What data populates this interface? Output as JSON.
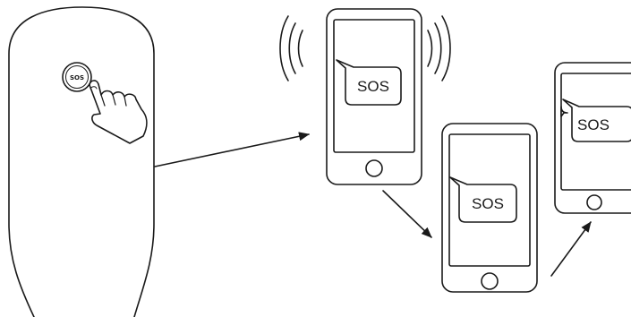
{
  "device": {
    "button_label": "SOS"
  },
  "phones": [
    {
      "message": "SOS"
    },
    {
      "message": "SOS"
    },
    {
      "message": "SOS"
    }
  ],
  "colors": {
    "ink": "#1a1a1a",
    "background": "#ffffff"
  },
  "icons": {
    "pointer": "hand-pointer-icon",
    "vibration": "vibration-waves-icon",
    "arrow": "arrow-icon"
  }
}
